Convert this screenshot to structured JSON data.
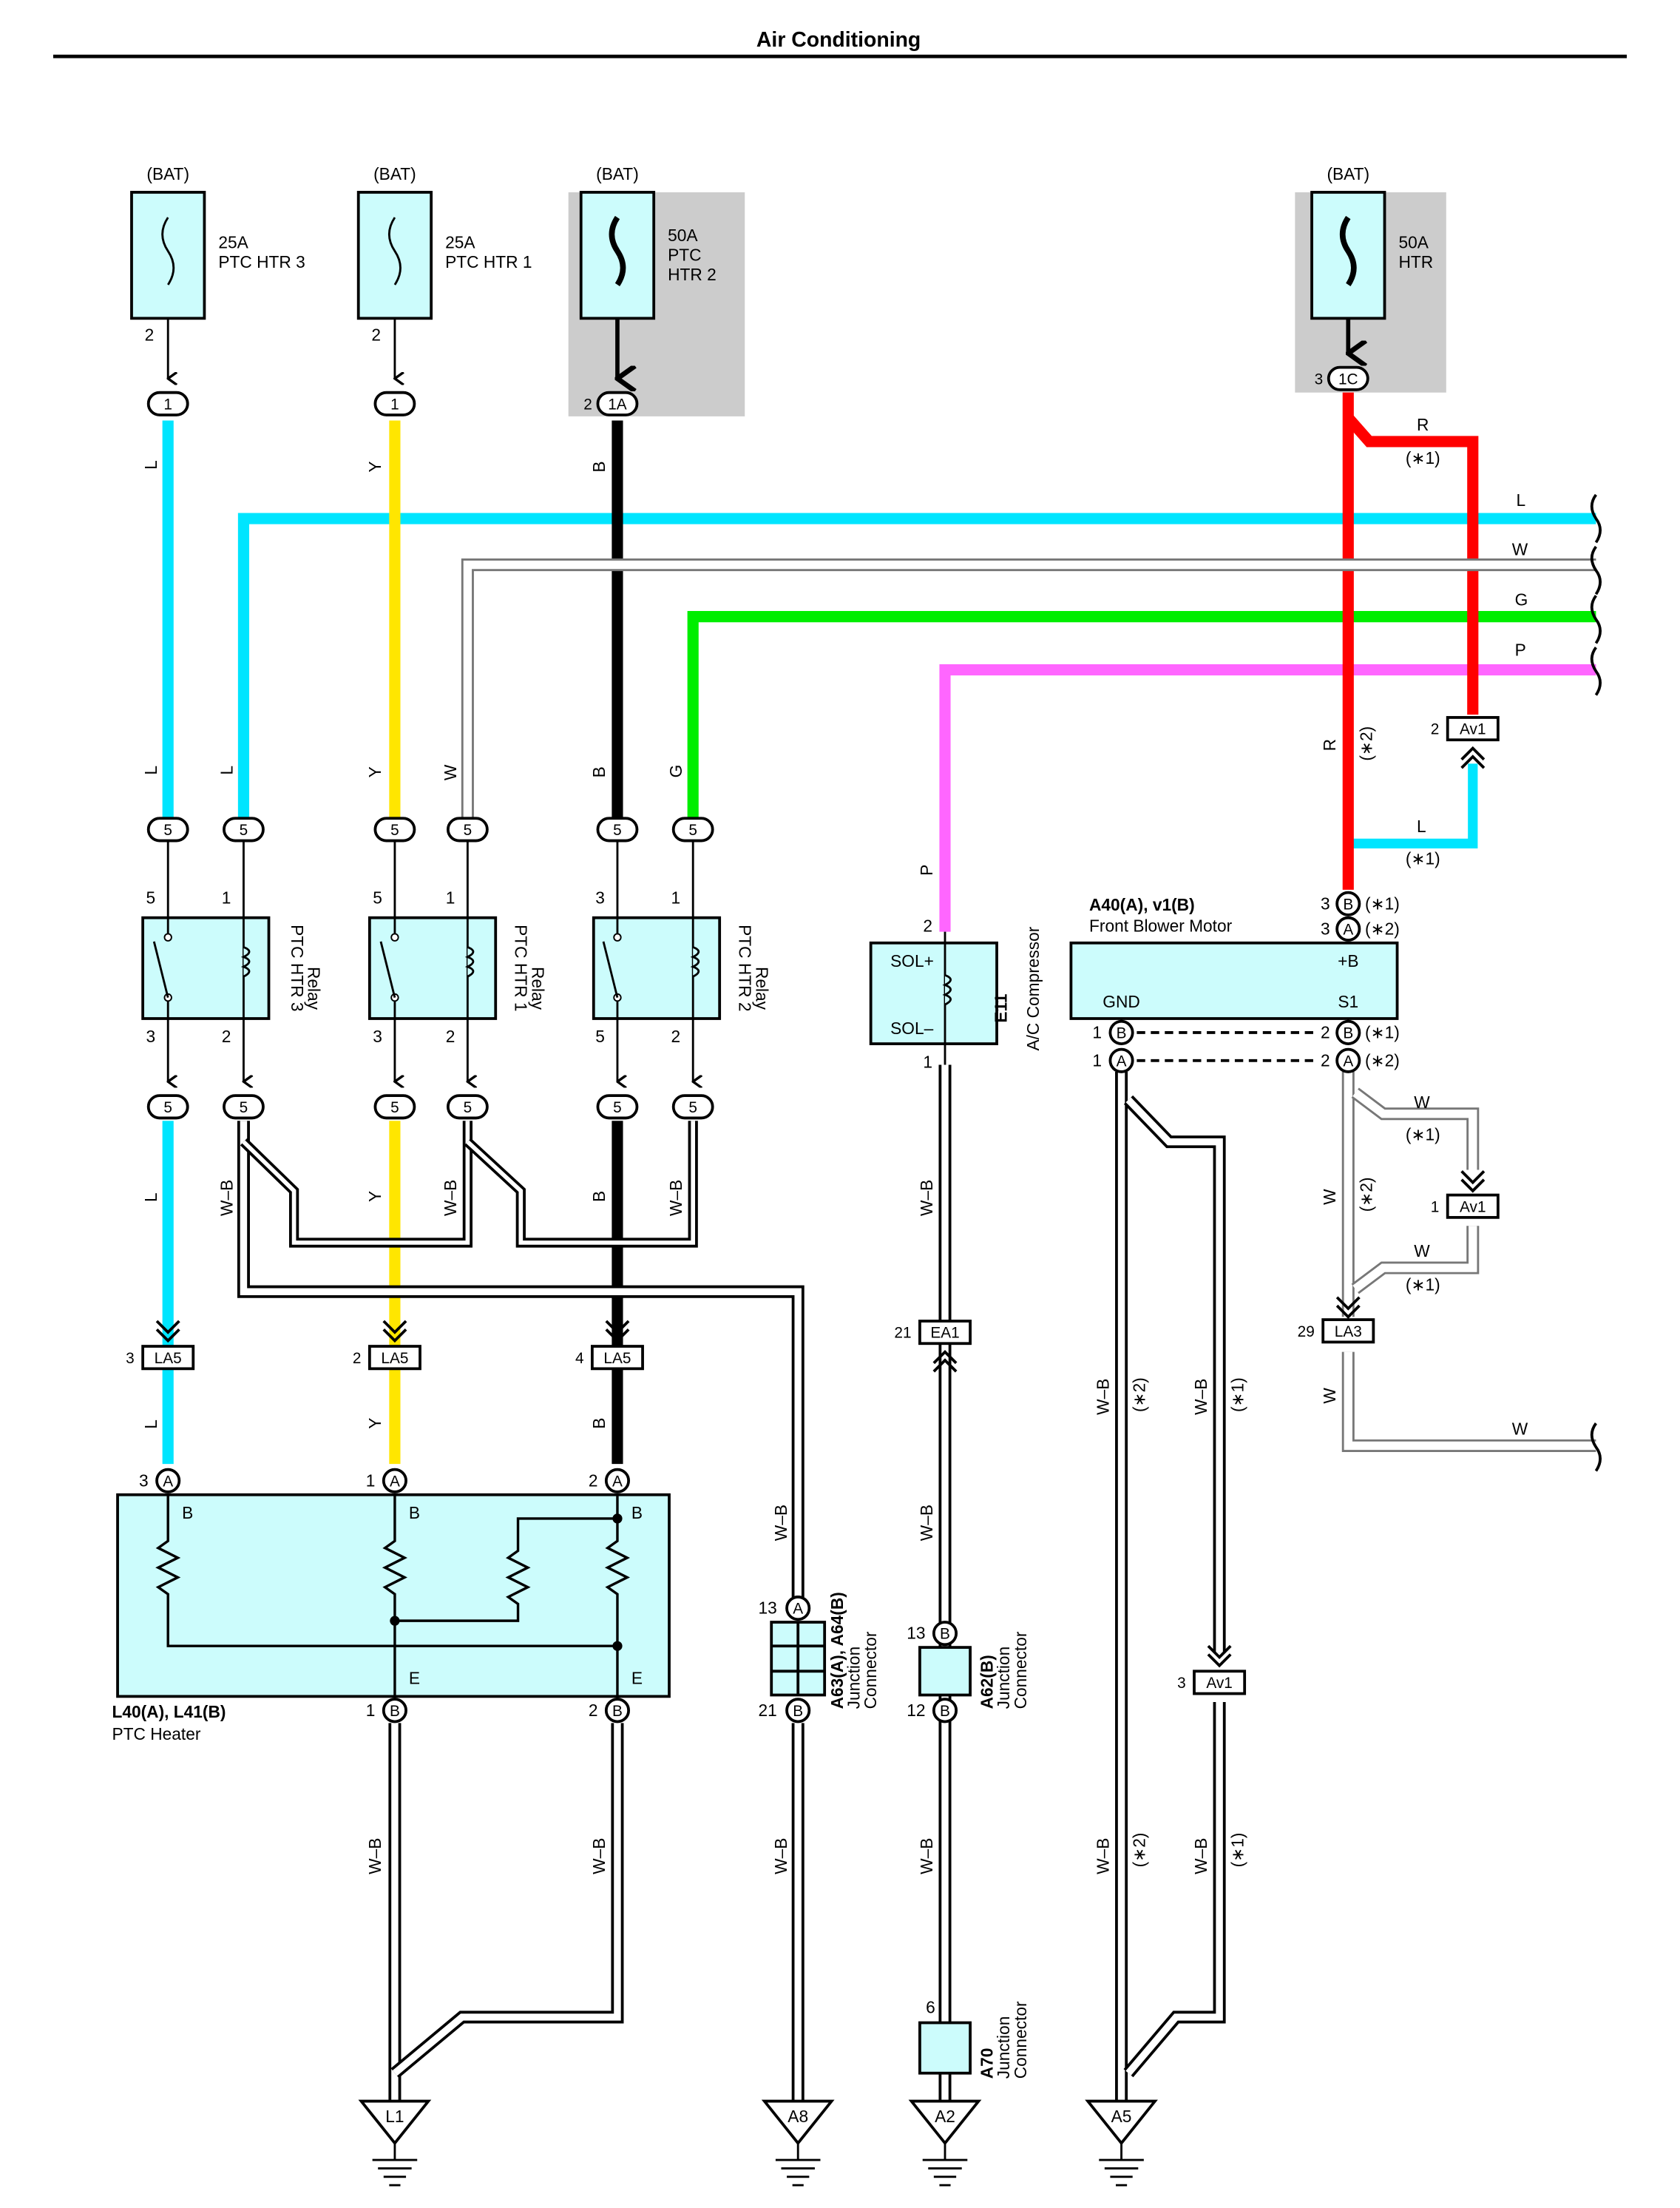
{
  "page": {
    "title": "Air Conditioning"
  },
  "colors": {
    "L": "#00e5ff",
    "Y": "#ffe600",
    "B": "#000000",
    "G": "#00ee00",
    "P": "#ff66ff",
    "R": "#ff0000",
    "W": "#ffffff",
    "W-B": "#ffffff",
    "fill": "#ccfcfc",
    "shade": "#cccccc"
  },
  "labels": {
    "bat": "(BAT)",
    "fuse_htr3_amp": "25A",
    "fuse_htr3_name": "PTC HTR 3",
    "fuse_htr1_amp": "25A",
    "fuse_htr1_name": "PTC HTR 1",
    "fuse_htr2_amp": "50A",
    "fuse_htr2_name1": "PTC",
    "fuse_htr2_name2": "HTR 2",
    "fuse_htr_amp": "50A",
    "fuse_htr_name": "HTR",
    "relay3_1": "PTC HTR 3",
    "relay1_1": "PTC HTR 1",
    "relay2_1": "PTC HTR 2",
    "relay_2": "Relay",
    "comp_id": "E11",
    "comp_name": "A/C Compressor",
    "sol_plus": "SOL+",
    "sol_minus": "SOL–",
    "motor_id": "A40(A), v1(B)",
    "motor_name": "Front Blower Motor",
    "plusb": "+B",
    "gnd": "GND",
    "s1": "S1",
    "heater_id": "L40(A), L41(B)",
    "heater_name": "PTC Heater",
    "jc_a63_1": "A63(A), A64(B)",
    "jc_a62_1": "A62(B)",
    "jc_a70_1": "A70",
    "jc_2": "Junction",
    "jc_3": "Connector",
    "note1": "(∗1)",
    "note2": "(∗2)",
    "c1": "1",
    "c2": "2",
    "c3": "3",
    "c4": "4",
    "c5": "5",
    "c6": "6",
    "c12": "12",
    "c13": "13",
    "c21": "21",
    "c29": "29",
    "c1A": "1A",
    "c1C": "1C",
    "cA": "A",
    "cB": "B",
    "cE": "E",
    "LA5": "LA5",
    "LA3": "LA3",
    "Av1": "Av1",
    "EA1": "EA1",
    "L1": "L1",
    "A8": "A8",
    "A2": "A2",
    "A5": "A5",
    "wL": "L",
    "wY": "Y",
    "wB": "B",
    "wG": "G",
    "wP": "P",
    "wR": "R",
    "wW": "W",
    "wWB": "W–B"
  }
}
